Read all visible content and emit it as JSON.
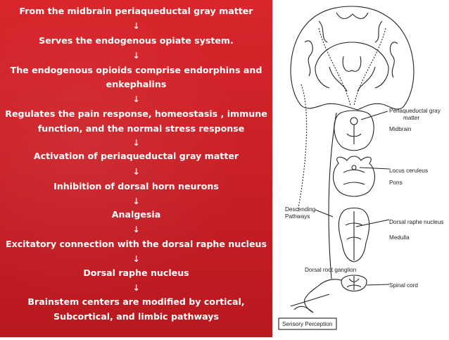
{
  "flow": {
    "line1": "From the midbrain periaqueductal gray matter",
    "line2": "Serves the endogenous opiate system.",
    "line3": "The endogenous opioids comprise endorphins and",
    "line4": "enkephalins",
    "line5": "Regulates the pain response, homeostasis , immune",
    "line6": "function, and the normal stress response",
    "line7": "Activation of periaqueductal gray matter",
    "line8": "Inhibition of dorsal horn neurons",
    "line9": "Analgesia",
    "line10": "Excitatory connection with the dorsal raphe nucleus",
    "line11": "Dorsal raphe nucleus",
    "line12": "Brainstem centers are modified by cortical,",
    "line13": "Subcortical, and limbic pathways",
    "arrow": "↓"
  },
  "figure": {
    "label_pag": "Periaqueductal gray",
    "label_pag2": "matter",
    "label_midbrain": "Midbrain",
    "label_locus": "Locus ceruleus",
    "label_pons": "Pons",
    "label_descending": "Descending",
    "label_pathways": "Pathways",
    "label_raphe": "Dorsal raphe nucleus",
    "label_medulla": "Medulla",
    "label_ganglion": "Dorsal root ganglion",
    "label_spinal": "Spinal cord",
    "label_sensory": "Sensory Perception"
  },
  "colors": {
    "panel": "#c81f26",
    "text": "#ffffff",
    "ink": "#222222"
  }
}
